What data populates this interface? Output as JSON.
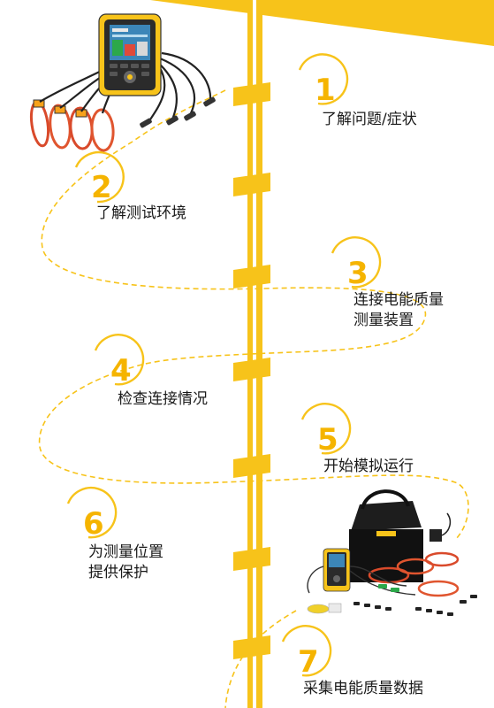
{
  "colors": {
    "accent": "#f7c31a",
    "number": "#f5b400",
    "spine": "#ffffff",
    "text": "#1a1a1a"
  },
  "steps": [
    {
      "number": "1",
      "label_lines": [
        "了解问题/症状"
      ]
    },
    {
      "number": "2",
      "label_lines": [
        "了解测试环境"
      ]
    },
    {
      "number": "3",
      "label_lines": [
        "连接电能质量",
        "测量装置"
      ]
    },
    {
      "number": "4",
      "label_lines": [
        "检查连接情况"
      ]
    },
    {
      "number": "5",
      "label_lines": [
        "开始模拟运行"
      ]
    },
    {
      "number": "6",
      "label_lines": [
        "为测量位置",
        "提供保护"
      ]
    },
    {
      "number": "7",
      "label_lines": [
        "采集电能质量数据"
      ]
    }
  ]
}
